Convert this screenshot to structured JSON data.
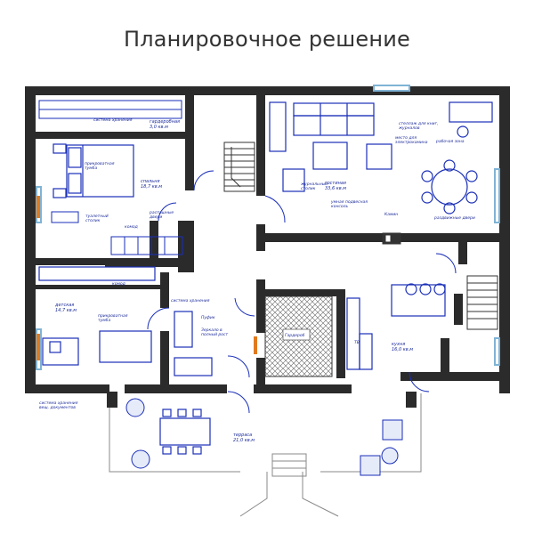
{
  "title": "Планировочное решение",
  "rooms": {
    "storage_top": "гардеробная\n3,0 кв.м",
    "bedroom": "спальня\n18,7 кв.м",
    "living": "гостиная\n33,6 кв.м",
    "kids": "детская\n14,7 кв.м",
    "kitchen": "кухня\n16,0 кв.м",
    "terrace": "терраса\n21,0 кв.м",
    "garage": "Гардероб"
  },
  "notes": {
    "n1": "система хранения",
    "n2": "прикроватная\nтумба",
    "n3": "туалетный\nстолик",
    "n4": "распашные\nдвери",
    "n5": "комод",
    "n6": "журнальный\nстолик",
    "n7": "стеллаж для книг,\nжурналов",
    "n8": "место для\nэлектрокамина",
    "n9": "рабочая зона",
    "n10": "раздвижные двери",
    "n11": "умная подвесная\nконсоль",
    "n12": "Камин",
    "n13": "система хранения",
    "n14": "комод",
    "n15": "прикроватная\nтумба",
    "n16": "Пуфик",
    "n17": "Зеркало в\nполный рост",
    "n18": "система хранения\nвещ. документов",
    "n19": "ТВ"
  },
  "colors": {
    "wall": "#2b2b2b",
    "furniture": "#1a2fb8",
    "text": "#1a2a9a",
    "accent": "#e07a1f",
    "window": "#7fb3d5"
  }
}
